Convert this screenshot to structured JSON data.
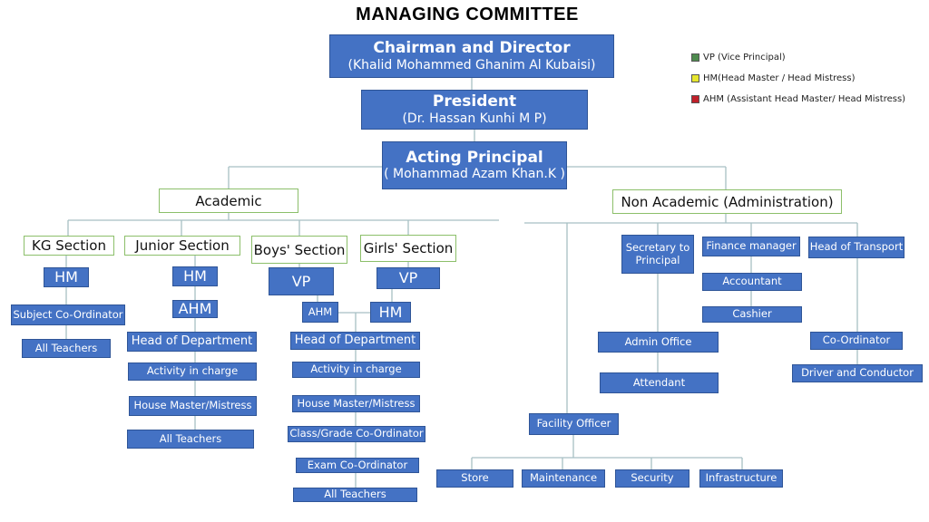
{
  "title": "MANAGING COMMITTEE",
  "legend": [
    {
      "label": "VP (Vice Principal)",
      "color": "#4e8b4e"
    },
    {
      "label": "HM(Head Master / Head Mistress)",
      "color": "#e6e62e"
    },
    {
      "label": "AHM (Assistant Head Master/ Head Mistress)",
      "color": "#c0202a"
    }
  ],
  "top": {
    "chairman": {
      "title": "Chairman and Director",
      "name": "(Khalid Mohammed Ghanim Al Kubaisi)"
    },
    "president": {
      "title": "President",
      "name": "(Dr. Hassan Kunhi M P)"
    },
    "principal": {
      "title": "Acting Principal",
      "name": "( Mohammad Azam Khan.K )"
    }
  },
  "academic": {
    "label": "Academic",
    "kg": {
      "label": "KG Section",
      "items": [
        "HM",
        "Subject Co-Ordinator",
        "All Teachers"
      ]
    },
    "junior": {
      "label": "Junior Section",
      "items": [
        "HM",
        "AHM",
        "Head of Department",
        "Activity in charge",
        "House Master/Mistress",
        "All Teachers"
      ]
    },
    "boys": {
      "label": "Boys' Section",
      "items": [
        "VP",
        "AHM",
        "Head of Department",
        "Activity in charge",
        "House Master/Mistress",
        "Class/Grade Co-Ordinator",
        "Exam Co-Ordinator",
        "All Teachers"
      ]
    },
    "girls": {
      "label": "Girls' Section",
      "items": [
        "VP",
        "HM"
      ]
    }
  },
  "non_academic": {
    "label": "Non Academic (Administration)",
    "secretary": {
      "label": "Secretary to Principal",
      "items": [
        "Admin Office",
        "Attendant"
      ]
    },
    "finance": {
      "label": "Finance manager",
      "items": [
        "Accountant",
        "Cashier"
      ]
    },
    "transport": {
      "label": "Head of Transport",
      "items": [
        "Co-Ordinator",
        "Driver and Conductor"
      ]
    },
    "facility": {
      "label": "Facility Officer",
      "items": [
        "Store",
        "Maintenance",
        "Security",
        "Infrastructure"
      ]
    }
  }
}
